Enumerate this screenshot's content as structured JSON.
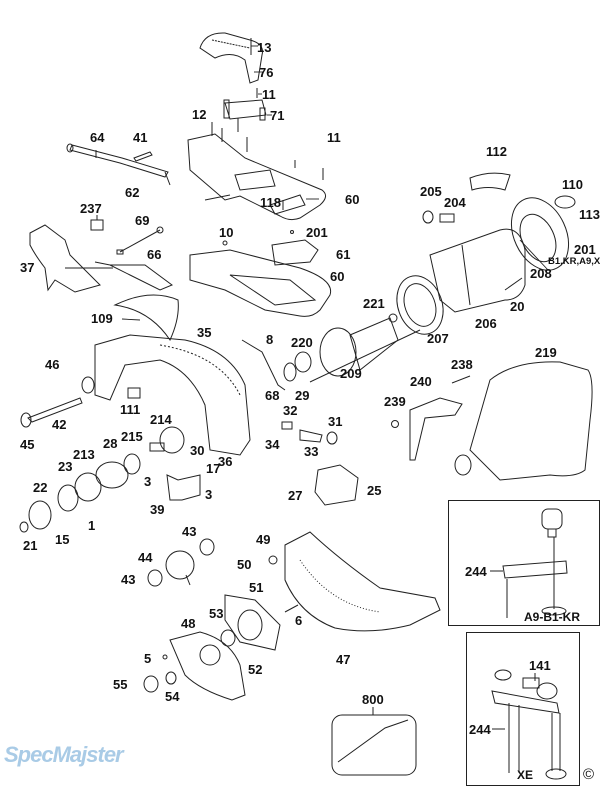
{
  "diagram": {
    "title": "Exploded parts diagram – miter saw",
    "watermark": "SpecMajster",
    "copyright": "©",
    "part_labels": [
      {
        "id": "13",
        "text": "13"
      },
      {
        "id": "76",
        "text": "76"
      },
      {
        "id": "11a",
        "text": "11"
      },
      {
        "id": "71",
        "text": "71"
      },
      {
        "id": "12",
        "text": "12"
      },
      {
        "id": "11b",
        "text": "11"
      },
      {
        "id": "64",
        "text": "64"
      },
      {
        "id": "41",
        "text": "41"
      },
      {
        "id": "62",
        "text": "62"
      },
      {
        "id": "60a",
        "text": "60"
      },
      {
        "id": "118",
        "text": "118"
      },
      {
        "id": "112",
        "text": "112"
      },
      {
        "id": "110",
        "text": "110"
      },
      {
        "id": "205",
        "text": "205"
      },
      {
        "id": "204",
        "text": "204"
      },
      {
        "id": "113",
        "text": "113"
      },
      {
        "id": "237",
        "text": "237"
      },
      {
        "id": "69",
        "text": "69"
      },
      {
        "id": "10",
        "text": "10"
      },
      {
        "id": "201a",
        "text": "201"
      },
      {
        "id": "61",
        "text": "61"
      },
      {
        "id": "201b",
        "text": "201"
      },
      {
        "id": "208",
        "text": "208"
      },
      {
        "id": "37",
        "text": "37"
      },
      {
        "id": "66",
        "text": "66"
      },
      {
        "id": "60b",
        "text": "60"
      },
      {
        "id": "20",
        "text": "20"
      },
      {
        "id": "221",
        "text": "221"
      },
      {
        "id": "206",
        "text": "206"
      },
      {
        "id": "109",
        "text": "109"
      },
      {
        "id": "35",
        "text": "35"
      },
      {
        "id": "8",
        "text": "8"
      },
      {
        "id": "220",
        "text": "220"
      },
      {
        "id": "207",
        "text": "207"
      },
      {
        "id": "219",
        "text": "219"
      },
      {
        "id": "46",
        "text": "46"
      },
      {
        "id": "68",
        "text": "68"
      },
      {
        "id": "29",
        "text": "29"
      },
      {
        "id": "209",
        "text": "209"
      },
      {
        "id": "238",
        "text": "238"
      },
      {
        "id": "240",
        "text": "240"
      },
      {
        "id": "111",
        "text": "111"
      },
      {
        "id": "32",
        "text": "32"
      },
      {
        "id": "239",
        "text": "239"
      },
      {
        "id": "42",
        "text": "42"
      },
      {
        "id": "214",
        "text": "214"
      },
      {
        "id": "31",
        "text": "31"
      },
      {
        "id": "45",
        "text": "45"
      },
      {
        "id": "28",
        "text": "28"
      },
      {
        "id": "215",
        "text": "215"
      },
      {
        "id": "30",
        "text": "30"
      },
      {
        "id": "34",
        "text": "34"
      },
      {
        "id": "213",
        "text": "213"
      },
      {
        "id": "33",
        "text": "33"
      },
      {
        "id": "36",
        "text": "36"
      },
      {
        "id": "17",
        "text": "17"
      },
      {
        "id": "23",
        "text": "23"
      },
      {
        "id": "3a",
        "text": "3"
      },
      {
        "id": "27",
        "text": "27"
      },
      {
        "id": "25",
        "text": "25"
      },
      {
        "id": "22",
        "text": "22"
      },
      {
        "id": "39",
        "text": "39"
      },
      {
        "id": "3b",
        "text": "3"
      },
      {
        "id": "1",
        "text": "1"
      },
      {
        "id": "21",
        "text": "21"
      },
      {
        "id": "15",
        "text": "15"
      },
      {
        "id": "43a",
        "text": "43"
      },
      {
        "id": "49",
        "text": "49"
      },
      {
        "id": "44",
        "text": "44"
      },
      {
        "id": "50",
        "text": "50"
      },
      {
        "id": "43b",
        "text": "43"
      },
      {
        "id": "51",
        "text": "51"
      },
      {
        "id": "53",
        "text": "53"
      },
      {
        "id": "6",
        "text": "6"
      },
      {
        "id": "48",
        "text": "48"
      },
      {
        "id": "47",
        "text": "47"
      },
      {
        "id": "5",
        "text": "5"
      },
      {
        "id": "52",
        "text": "52"
      },
      {
        "id": "55",
        "text": "55"
      },
      {
        "id": "54",
        "text": "54"
      },
      {
        "id": "800",
        "text": "800"
      }
    ],
    "variant_note": "B1,KR,A9,XE",
    "inset_a9": {
      "part": "244",
      "caption": "A9-B1-KR"
    },
    "inset_xe": {
      "part_top": "141",
      "part": "244",
      "caption": "XE"
    }
  }
}
